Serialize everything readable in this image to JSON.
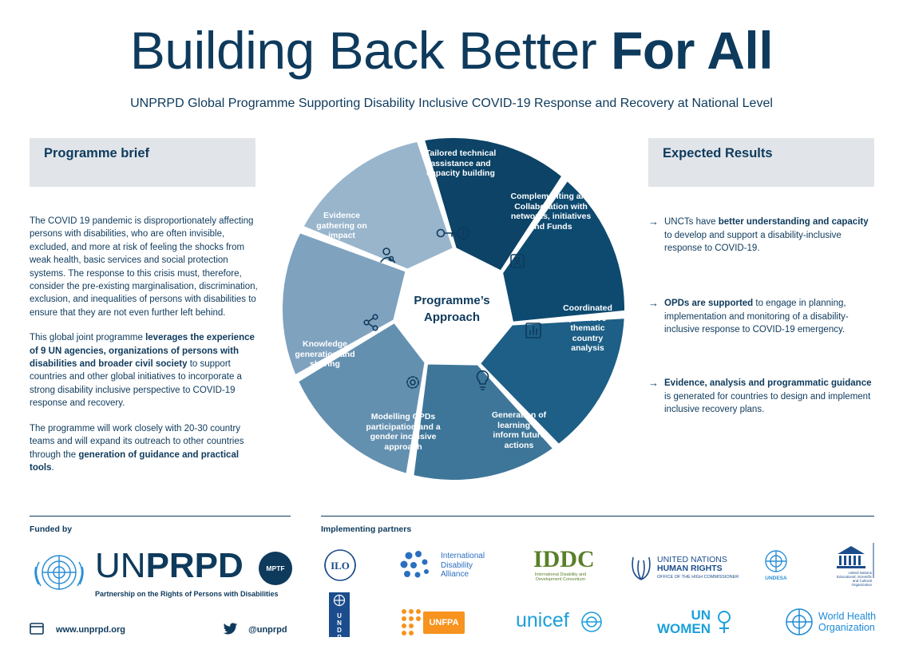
{
  "header": {
    "title_light": "Building Back Better",
    "title_bold": "For All",
    "subtitle": "UNPRPD Global Programme Supporting Disability Inclusive COVID-19 Response and Recovery at National Level"
  },
  "brief": {
    "heading": "Programme brief",
    "p1": "The COVID 19 pandemic is disproportionately affecting persons with disabilities, who are often invisible, excluded, and more at risk of feeling the shocks from weak health, basic services and social protection systems. The response to this crisis must, therefore, consider the pre-existing marginalisation, discrimination, exclusion, and inequalities of persons with disabilities to ensure that they are not even further left behind.",
    "p2_a": "This global joint programme ",
    "p2_b": "leverages the experience of 9 UN agencies, organizations of persons with disabilities and broader civil society",
    "p2_c": " to support countries and other global initiatives to incorporate a strong disability inclusive perspective to COVID-19 response and recovery.",
    "p3_a": "The programme will work closely with 20-30 country teams and will expand its outreach to other countries through the ",
    "p3_b": "generation of guidance and practical tools",
    "p3_c": "."
  },
  "results": {
    "heading": "Expected Results",
    "arrow": "→",
    "r1_a": "UNCTs have ",
    "r1_b": "better understanding and capacity",
    "r1_c": " to develop and support a disability-inclusive response to COVID-19.",
    "r2_b": "OPDs are supported",
    "r2_c": " to engage in planning, implementation and monitoring of a disability-inclusive response to COVID-19 emergency.",
    "r3_b": "Evidence, analysis and programmatic guidance",
    "r3_c": " is generated for countries to design and implement inclusive recovery plans."
  },
  "approach": {
    "center_line1": "Programme’s",
    "center_line2": "Approach",
    "segments": [
      {
        "label": "Tailored technical assistance and capacity building",
        "color": "#0c4366"
      },
      {
        "label": "Complementing and Collaboration with networks, initiatives and Funds",
        "color": "#0e4a70"
      },
      {
        "label": "Coordinated proactive thematic country analysis",
        "color": "#1d5f86"
      },
      {
        "label": "Generation of learning to inform future actions",
        "color": "#3e7699"
      },
      {
        "label": "Modelling OPDs participation and a gender inclusive approach",
        "color": "#6490b0"
      },
      {
        "label": "Knowledge generation and sharing",
        "color": "#7fa2bf"
      },
      {
        "label": "Evidence gathering on impact",
        "color": "#98b5cc"
      }
    ],
    "icons": [
      "key-icon",
      "badge-icon",
      "bar-chart-icon",
      "lightbulb-icon",
      "gear-icon",
      "share-icon",
      "user-search-icon"
    ]
  },
  "footer": {
    "funded_by": "Funded by",
    "implementing": "Implementing partners",
    "un": "UN",
    "prpd": "PRPD",
    "mptf": "MPTF",
    "partnership": "Partnership on the Rights of Persons with Disabilities",
    "website": "www.unprpd.org",
    "twitter": "@unprpd",
    "partners": {
      "ilo": "ILO",
      "ida_1": "International",
      "ida_2": "Disability",
      "ida_3": "Alliance",
      "iddc": "IDDC",
      "iddc_sub": "International Disability and Development Consortium",
      "ohchr_1": "UNITED NATIONS",
      "ohchr_2": "HUMAN RIGHTS",
      "ohchr_3": "OFFICE OF THE HIGH COMMISSIONER",
      "undesa": "UNDESA",
      "unesco_sub": "United Nations Educational, Scientific and Cultural Organization",
      "undp": "U N D P",
      "unfpa": "UNFPA",
      "unicef": "unicef",
      "unwomen_1": "UN",
      "unwomen_2": "WOMEN",
      "who_1": "World Health",
      "who_2": "Organization"
    }
  }
}
